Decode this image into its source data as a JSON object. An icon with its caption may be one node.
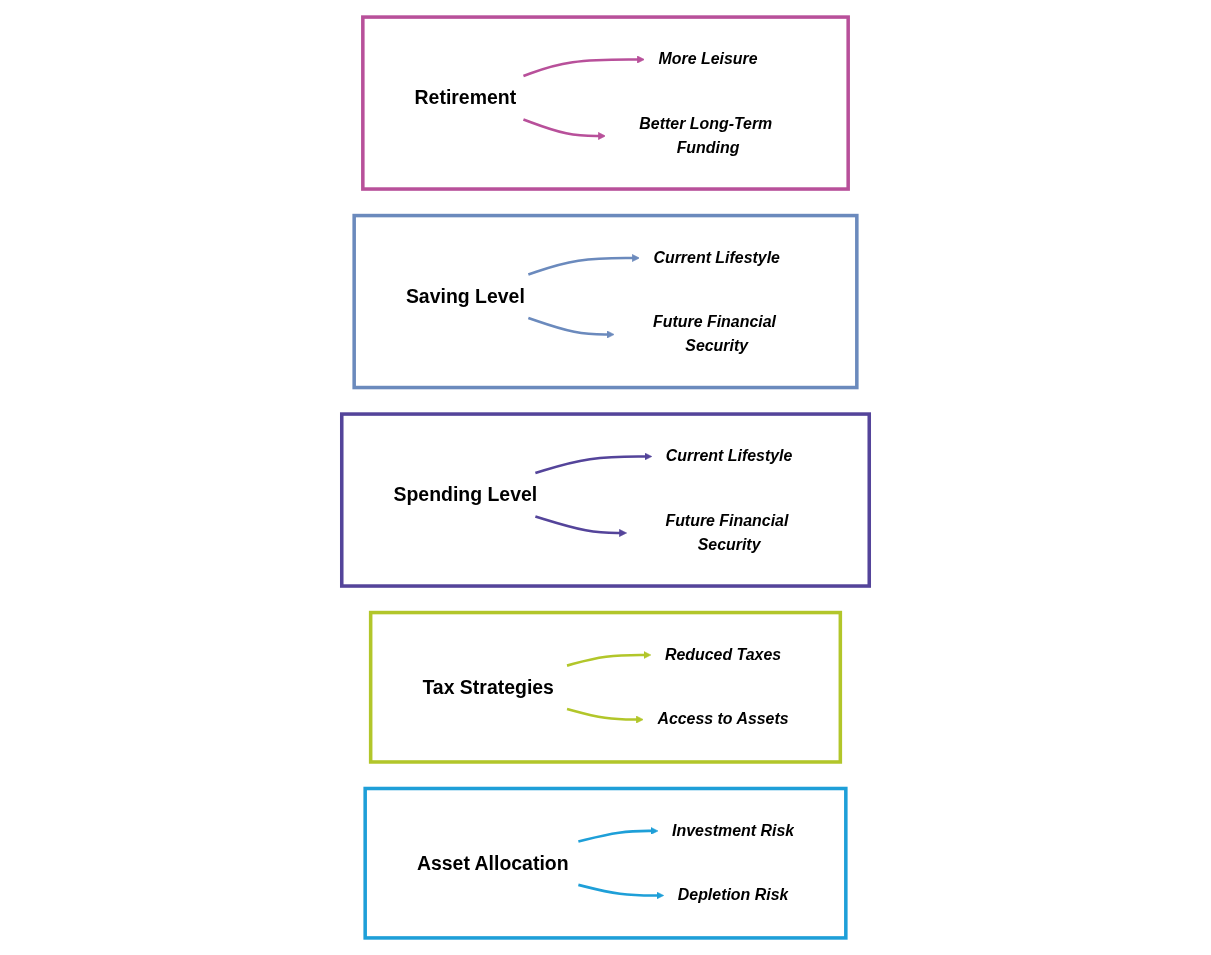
{
  "diagram": {
    "nodes": [
      {
        "text": [],
        "shape": "box"
      },
      {
        "text": [
          "Investment Risk"
        ],
        "in": 0
      },
      {
        "text": [
          "Asset Allocation"
        ],
        "in": 0
      },
      {
        "text": [
          "Depletion Risk"
        ],
        "in": 0
      },
      {
        "text": [],
        "shape": "box"
      },
      {
        "text": [
          "Reduced Taxes"
        ],
        "in": 4
      },
      {
        "text": [
          "Tax Strategies"
        ],
        "in": 4
      },
      {
        "text": [
          "Access to Assets"
        ],
        "in": 4
      },
      {
        "text": [],
        "shape": "box"
      },
      {
        "text": [
          "Current Lifestyle"
        ],
        "in": 8
      },
      {
        "text": [
          "Spending Level"
        ],
        "in": 8
      },
      {
        "text": [
          "Future Financial Security"
        ],
        "in": 8
      },
      {
        "text": [],
        "shape": "box"
      },
      {
        "text": [
          "Current Lifestyle"
        ],
        "in": 12
      },
      {
        "text": [
          "Saving Level"
        ],
        "in": 12
      },
      {
        "text": [
          "Future Financial Security"
        ],
        "in": 12
      },
      {
        "text": [],
        "shape": "box"
      },
      {
        "text": [
          "More Leisure"
        ],
        "in": 16
      },
      {
        "text": [
          "Retirement"
        ],
        "in": 16
      },
      {
        "text": [
          "Better Long-Term Funding"
        ],
        "in": 16
      }
    ],
    "edges": [
      {
        "from": 2,
        "to": 1,
        "arrow": "to",
        "color": "#1e9fd8"
      },
      {
        "from": 2,
        "to": 3,
        "arrow": "to",
        "color": "#1e9fd8"
      },
      {
        "from": 6,
        "to": 5,
        "arrow": "to",
        "color": "#b2c62a"
      },
      {
        "from": 6,
        "to": 7,
        "arrow": "to",
        "color": "#b2c62a"
      },
      {
        "from": 10,
        "to": 9,
        "arrow": "to",
        "color": "#54449a"
      },
      {
        "from": 10,
        "to": 11,
        "arrow": "to",
        "color": "#54449a"
      },
      {
        "from": 14,
        "to": 13,
        "arrow": "to",
        "color": "#6b8abd"
      },
      {
        "from": 14,
        "to": 15,
        "arrow": "to",
        "color": "#6b8abd"
      },
      {
        "from": 18,
        "to": 17,
        "arrow": "to",
        "color": "#b8509a"
      },
      {
        "from": 18,
        "to": 19,
        "arrow": "to",
        "color": "#b8509a"
      }
    ]
  }
}
